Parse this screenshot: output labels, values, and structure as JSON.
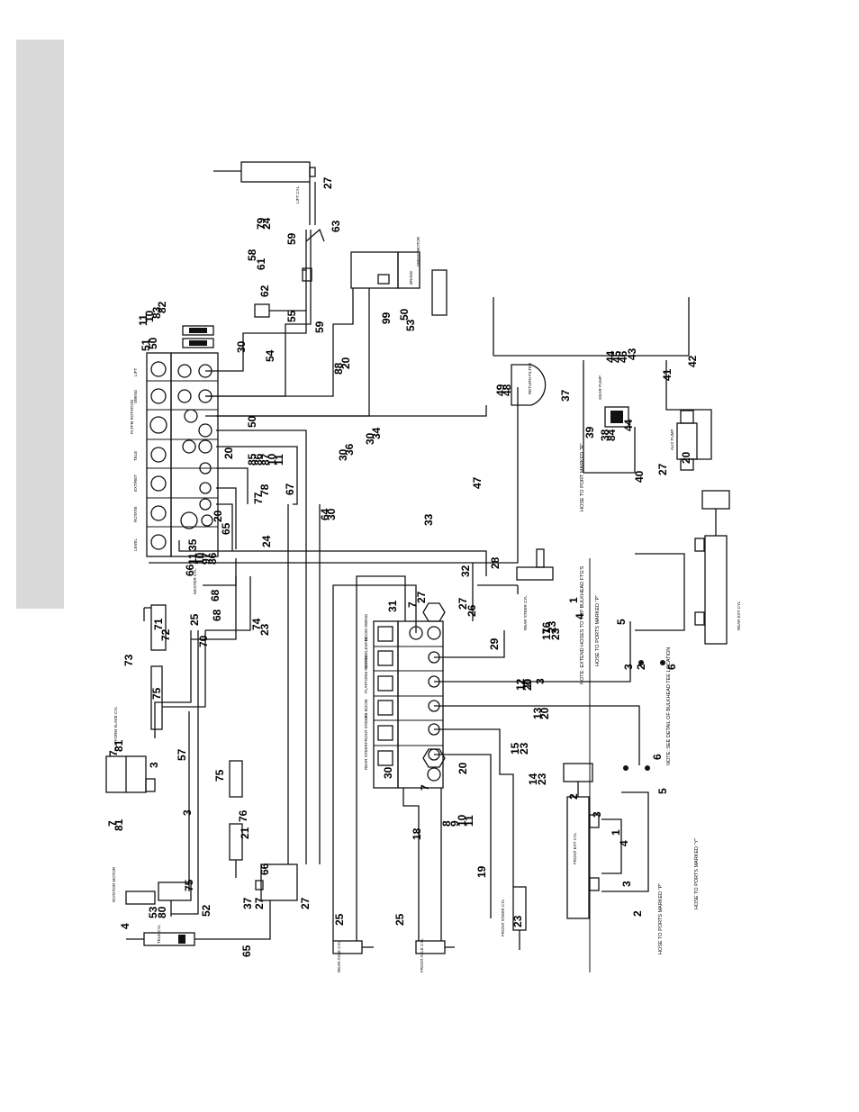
{
  "valve_bank_upper": [
    "LEVEL",
    "ROTATE",
    "EXT/RET",
    "TELE",
    "PLTFM ROTATION",
    "SWING",
    "LIFT"
  ],
  "valve_bank_lower": [
    "BOOM SWING",
    "BOOM ELEVATE",
    "PLATFORM ROTATE",
    "JIB BOOM",
    "FRONT STEER",
    "REAR STEER"
  ],
  "components": {
    "lift_cyl": "LIFT CYL",
    "swing_motor": "SWING MOTOR",
    "brake": "BRAKE",
    "master_cyl": "MASTER CYL",
    "platform_slave_cyl": "PLATFORM SLAVE CYL",
    "rotator_motor": "ROTATOR MOTOR",
    "tele_cyl": "TELE CYL",
    "rear_steer_cyl": "REAR STEER CYL",
    "front_steer_cyl": "FRONT STEER CYL",
    "rear_axle_cyl": "REAR AXLE CYL",
    "front_axle_cyl": "FRONT AXLE CYL",
    "rear_ext_cyl": "REAR EXT CYL",
    "front_ext_cyl": "FRONT EXT CYL",
    "return_filter": "RETURN FILTER",
    "gear_pump": "GEAR PUMP",
    "aux_pump": "AUX PUMP"
  },
  "notes": {
    "hose_r": "HOSE TO PORT MARKED \"R\"",
    "hose_p": "HOSE TO PORTS MARKED \"P\"",
    "hose_p2": "HOSE TO PORTS MARKED \"P\"",
    "hose_y": "HOSE TO PORTS MARKED \"Y\"",
    "rp_note": "NOTE: EXTEND HOSES TO TOP BULKHEAD FTG'S",
    "tee_note": "NOTE: SEE DETAIL OF BULKHEAD TEE LOCATION"
  },
  "callouts": {
    "c1": "11",
    "c2": "10",
    "c3": "83",
    "c4": "82",
    "c5": "51",
    "c6": "50",
    "c7": "30",
    "c8": "54",
    "c9": "88",
    "c10": "20",
    "c11": "30",
    "c12": "36",
    "c13": "30",
    "c14": "34",
    "c15": "20",
    "c16": "85",
    "c17": "86",
    "c18": "87",
    "c19": "10",
    "c20": "11",
    "c21": "78",
    "c22": "77",
    "c23": "67",
    "c24": "64",
    "c25": "30",
    "c26": "24",
    "c27": "20",
    "c28": "65",
    "c29": "35",
    "c30": "66",
    "c31": "11",
    "c32": "10",
    "c33": "97",
    "c34": "86",
    "c35": "68",
    "c36": "68",
    "c37": "74",
    "c38": "23",
    "c39": "71",
    "c40": "72",
    "c41": "25",
    "c42": "70",
    "c43": "73",
    "c44": "75",
    "c45": "57",
    "c46": "7",
    "c47": "81",
    "c48": "3",
    "c49": "3",
    "c50": "7",
    "c51": "81",
    "c52": "75",
    "c53": "76",
    "c54": "21",
    "c55": "66",
    "c56": "37",
    "c57": "27",
    "c58": "27",
    "c59": "52",
    "c60": "4",
    "c61": "53",
    "c62": "80",
    "c63": "75",
    "c64": "65",
    "c65": "58",
    "c66": "61",
    "c67": "62",
    "c68": "55",
    "c69": "59",
    "c70": "59",
    "c71": "63",
    "c72": "27",
    "c73": "79",
    "c74": "24",
    "c75": "50",
    "c76": "99",
    "c77": "50",
    "c78": "53",
    "c79": "33",
    "c80": "47",
    "c81": "49",
    "c82": "48",
    "c83": "37",
    "c84": "39",
    "c85": "38",
    "c86": "84",
    "c87": "44",
    "c88": "45",
    "c89": "46",
    "c90": "44",
    "c91": "43",
    "c92": "42",
    "c93": "41",
    "c94": "40",
    "c95": "20",
    "c96": "27",
    "c97": "32",
    "c98": "28",
    "c99": "27",
    "c100": "26",
    "c101": "29",
    "c102": "17",
    "c103": "16",
    "c104": "23",
    "c105": "23",
    "c106": "31",
    "c107": "7",
    "c108": "27",
    "c109": "12",
    "c110": "20",
    "c111": "13",
    "c112": "20",
    "c113": "15",
    "c114": "23",
    "c115": "14",
    "c116": "23",
    "c117": "30",
    "c118": "7",
    "c119": "20",
    "c120": "8",
    "c121": "9",
    "c122": "10",
    "c123": "11",
    "c124": "18",
    "c125": "19",
    "c126": "25",
    "c127": "25",
    "c128": "23",
    "c129": "3",
    "c130": "2",
    "c131": "4",
    "c132": "1",
    "c133": "5",
    "c134": "3",
    "c135": "2",
    "c136": "6",
    "c137": "6",
    "c138": "5",
    "c139": "2",
    "c140": "3",
    "c141": "1",
    "c142": "4",
    "c143": "2",
    "c144": "3"
  }
}
